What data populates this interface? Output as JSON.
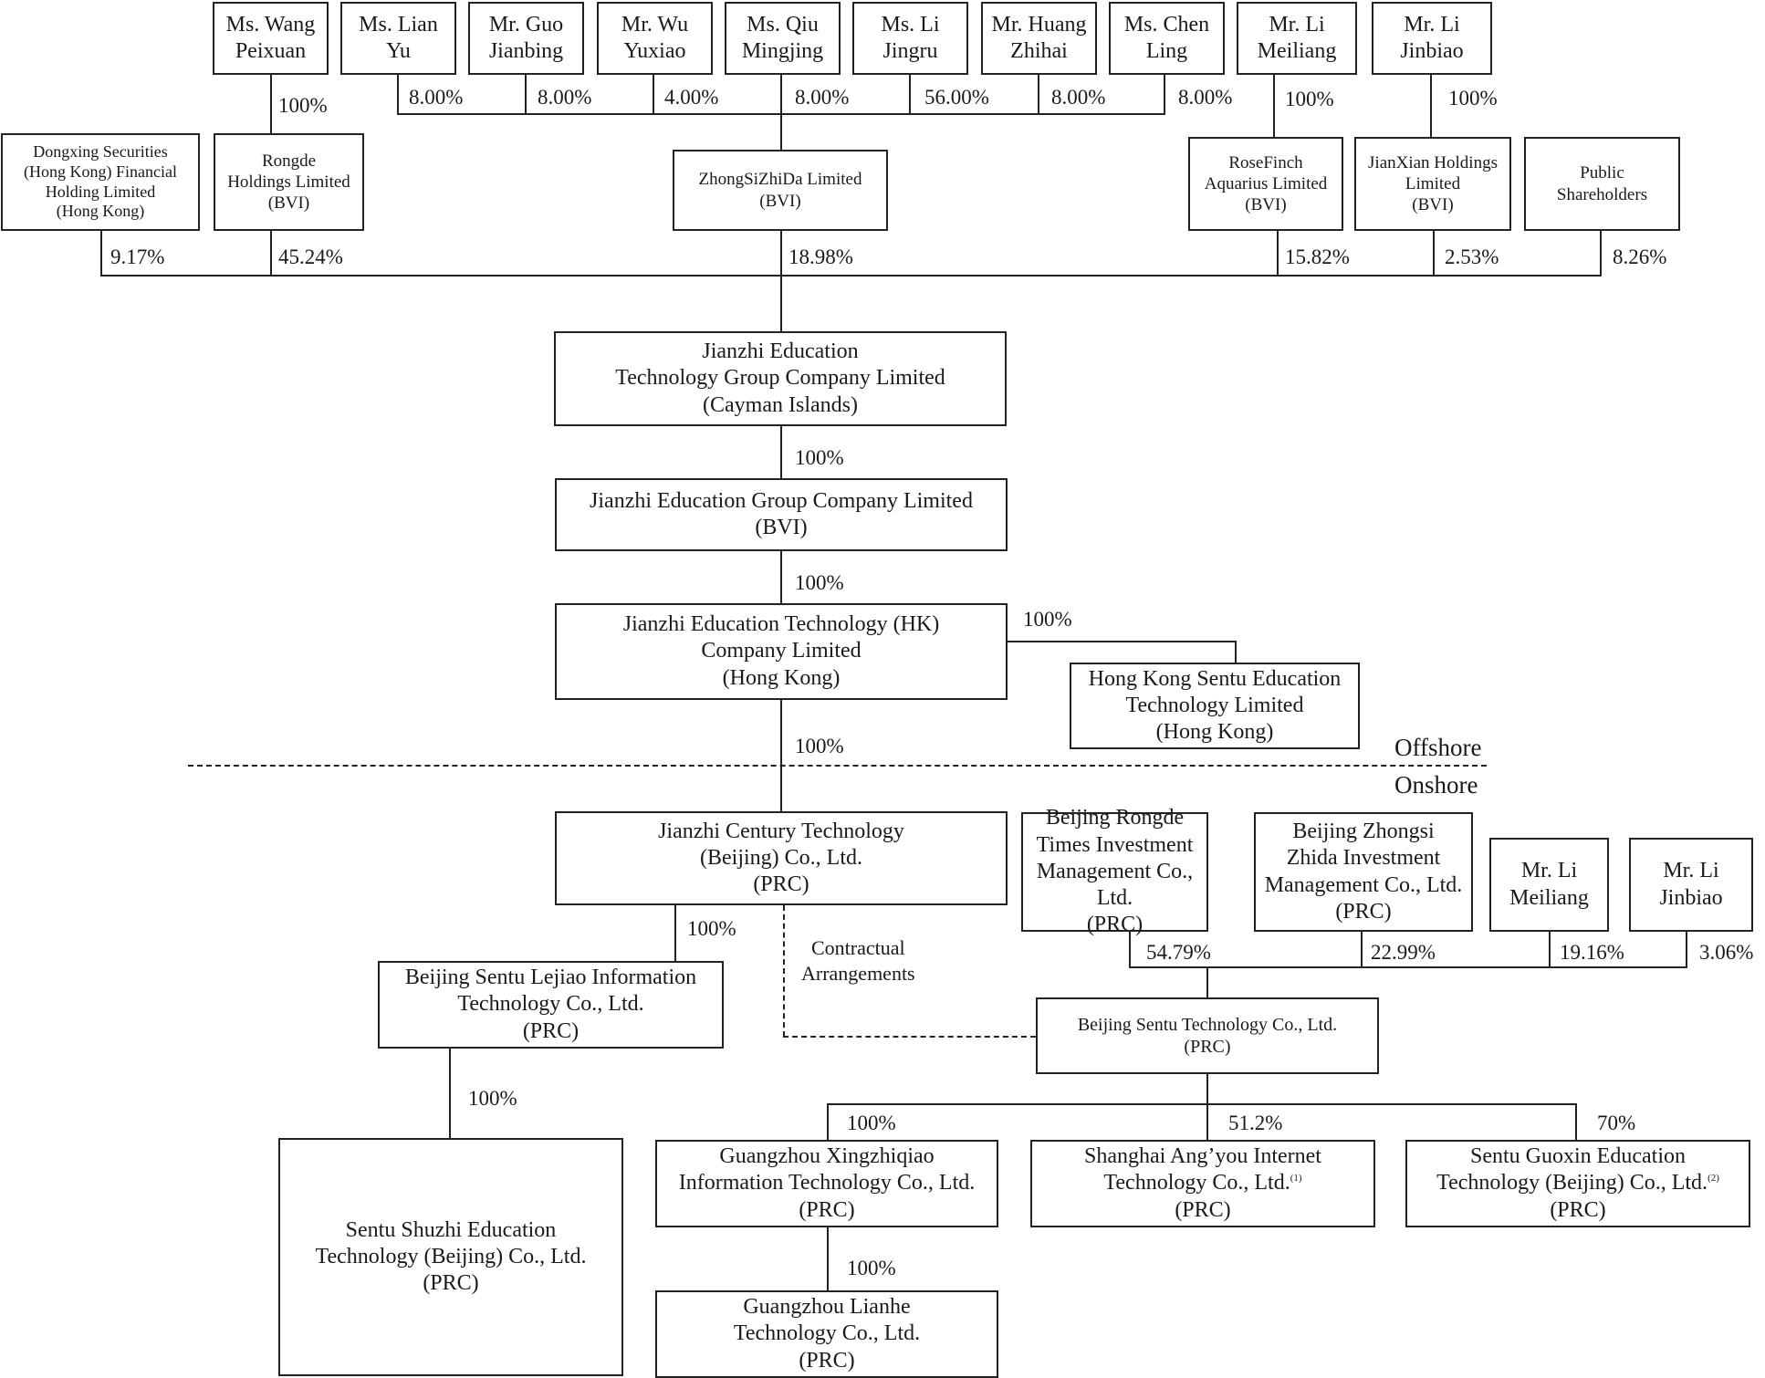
{
  "individuals_top": [
    {
      "id": "wang-peixuan",
      "label": "Ms. Wang\nPeixuan"
    },
    {
      "id": "lian-yu",
      "label": "Ms. Lian\nYu"
    },
    {
      "id": "guo-jianbing",
      "label": "Mr. Guo\nJianbing"
    },
    {
      "id": "wu-yuxiao",
      "label": "Mr. Wu\nYuxiao"
    },
    {
      "id": "qiu-mingjing",
      "label": "Ms. Qiu\nMingjing"
    },
    {
      "id": "li-jingru",
      "label": "Ms. Li\nJingru"
    },
    {
      "id": "huang-zhihai",
      "label": "Mr. Huang\nZhihai"
    },
    {
      "id": "chen-ling",
      "label": "Ms. Chen\nLing"
    },
    {
      "id": "li-meiliang-top",
      "label": "Mr. Li\nMeiliang"
    },
    {
      "id": "li-jinbiao-top",
      "label": "Mr. Li\nJinbiao"
    }
  ],
  "holding_entities": [
    {
      "id": "dongxing",
      "label": "Dongxing Securities\n(Hong Kong) Financial\nHolding Limited\n(Hong Kong)"
    },
    {
      "id": "rongde",
      "label": "Rongde\nHoldings Limited\n(BVI)"
    },
    {
      "id": "zhongsizhida",
      "label": "ZhongSiZhiDa Limited\n(BVI)"
    },
    {
      "id": "rosefinch",
      "label": "RoseFinch\nAquarius Limited\n(BVI)"
    },
    {
      "id": "jianxian",
      "label": "JianXian Holdings\nLimited\n(BVI)"
    },
    {
      "id": "public",
      "label": "Public\nShareholders"
    }
  ],
  "group_entities": [
    {
      "id": "cayman",
      "label": "Jianzhi Education\nTechnology Group Company Limited\n(Cayman Islands)"
    },
    {
      "id": "bvi-group",
      "label": "Jianzhi Education Group Company Limited\n(BVI)"
    },
    {
      "id": "hk-co",
      "label": "Jianzhi Education Technology (HK)\nCompany Limited\n(Hong Kong)"
    },
    {
      "id": "hk-sentu",
      "label": "Hong Kong Sentu Education\nTechnology Limited\n(Hong Kong)"
    },
    {
      "id": "century",
      "label": "Jianzhi Century Technology\n(Beijing) Co., Ltd.\n(PRC)"
    },
    {
      "id": "lejiao",
      "label": "Beijing Sentu Lejiao Information\nTechnology Co., Ltd.\n(PRC)"
    },
    {
      "id": "shuzhi",
      "label": "Sentu Shuzhi Education\nTechnology (Beijing) Co., Ltd.\n(PRC)"
    }
  ],
  "onshore_shareholders": [
    {
      "id": "rongde-times",
      "label": "Beijing Rongde\nTimes Investment\nManagement Co., Ltd.\n(PRC)"
    },
    {
      "id": "zhongsi-zhida",
      "label": "Beijing Zhongsi\nZhida Investment\nManagement Co., Ltd.\n(PRC)"
    },
    {
      "id": "li-meiliang-bottom",
      "label": "Mr. Li\nMeiliang"
    },
    {
      "id": "li-jinbiao-bottom",
      "label": "Mr. Li\nJinbiao"
    }
  ],
  "sentu_tech": {
    "label": "Beijing Sentu Technology Co., Ltd.\n(PRC)"
  },
  "subsidiaries": {
    "xingzhiqiao": {
      "label": "Guangzhou Xingzhiqiao\nInformation Technology Co., Ltd.\n(PRC)"
    },
    "angyou": {
      "name": "Shanghai Ang’you Internet\nTechnology Co., Ltd.",
      "note": "(1)",
      "region": "(PRC)"
    },
    "guoxin": {
      "name": "Sentu Guoxin Education\nTechnology (Beijing) Co., Ltd.",
      "note": "(2)",
      "region": "(PRC)"
    },
    "lianhe": {
      "label": "Guangzhou Lianhe\nTechnology Co., Ltd.\n(PRC)"
    }
  },
  "percentages": {
    "wang_to_rongde": "100%",
    "lian": "8.00%",
    "guo": "8.00%",
    "wu": "4.00%",
    "qiu": "8.00%",
    "li_jingru": "56.00%",
    "huang": "8.00%",
    "chen": "8.00%",
    "meiliang_to_rosefinch": "100%",
    "jinbiao_to_jianxian": "100%",
    "dongxing": "9.17%",
    "rongde": "45.24%",
    "zhongsizhida": "18.98%",
    "rosefinch": "15.82%",
    "jianxian": "2.53%",
    "public": "8.26%",
    "cayman_to_bvi": "100%",
    "bvi_to_hk": "100%",
    "hk_to_hksentu": "100%",
    "hk_to_century": "100%",
    "century_to_lejiao": "100%",
    "lejiao_to_shuzhi": "100%",
    "rongde_times": "54.79%",
    "zhongsi_zhida": "22.99%",
    "li_meiliang": "19.16%",
    "li_jinbiao": "3.06%",
    "xingzhiqiao": "100%",
    "angyou": "51.2%",
    "guoxin": "70%",
    "lianhe": "100%"
  },
  "labels": {
    "offshore": "Offshore",
    "onshore": "Onshore",
    "contractual": "Contractual\nArrangements"
  }
}
